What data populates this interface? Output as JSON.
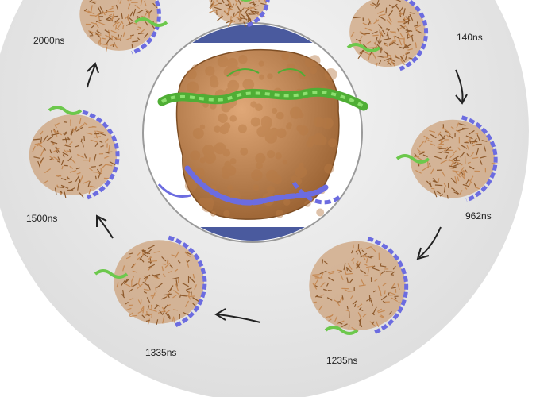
{
  "colors": {
    "background": "#ffffff",
    "outer_disc": "#e8e8e8",
    "inner_disc": "#ffffff",
    "band": "#4a5a9e",
    "lipid": "#c58a55",
    "lipid_dark": "#8e5a2c",
    "protein_blue": "#6c6ce0",
    "protein_green": "#6cc84c",
    "arrow": "#222222"
  },
  "center": {
    "label": "",
    "icon": "nanodisc-surface-model"
  },
  "snapshots": [
    {
      "time": "140ns",
      "icon": "nanodisc-snapshot"
    },
    {
      "time": "962ns",
      "icon": "nanodisc-snapshot"
    },
    {
      "time": "1235ns",
      "icon": "nanodisc-snapshot"
    },
    {
      "time": "1335ns",
      "icon": "nanodisc-snapshot"
    },
    {
      "time": "1500ns",
      "icon": "nanodisc-snapshot"
    },
    {
      "time": "2000ns",
      "icon": "nanodisc-snapshot"
    }
  ],
  "cycle_direction": "clockwise"
}
